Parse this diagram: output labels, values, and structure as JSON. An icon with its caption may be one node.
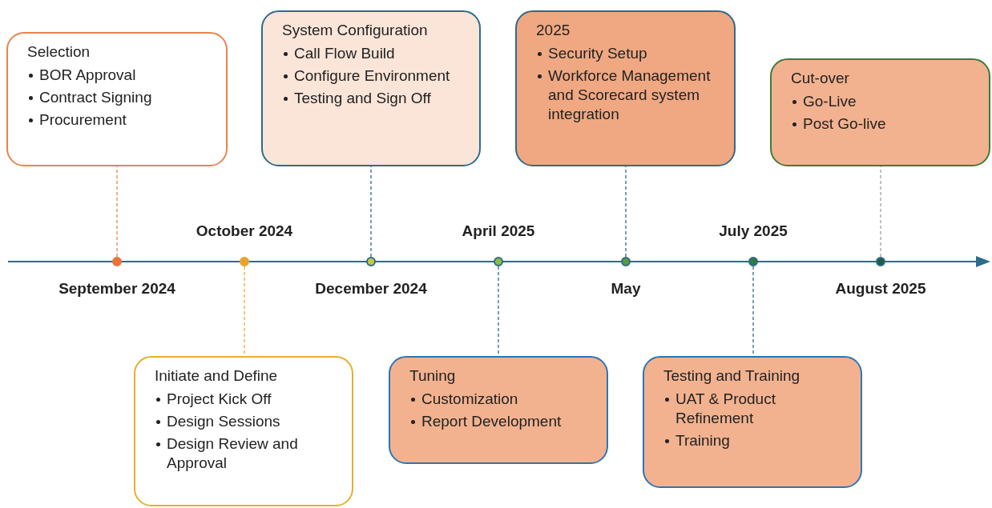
{
  "diagram": {
    "nodes": [
      {
        "text": [
          "Selection",
          "BOR Approval",
          "Contract Signing",
          "Procurement"
        ]
      },
      {
        "text": [
          "System Configuration",
          "Call Flow Build",
          "Configure Environment",
          "Testing and Sign Off"
        ]
      },
      {
        "text": [
          "2025",
          "Security Setup",
          "Workforce Management and Scorecard system integration"
        ]
      },
      {
        "text": [
          "Cut-over",
          "Go-Live",
          "Post Go-live"
        ]
      },
      {
        "text": [
          "Initiate and Define",
          "Project Kick Off",
          "Design Sessions",
          "Design Review and Approval"
        ]
      },
      {
        "text": [
          "Tuning",
          "Customization",
          "Report Development"
        ]
      },
      {
        "text": [
          "Testing and Training",
          "UAT & Product Refinement",
          "Training"
        ]
      },
      {
        "text": [],
        "shape": "circle",
        "beside": [
          "September 2024"
        ]
      },
      {
        "text": [],
        "shape": "circle",
        "beside": [
          "October 2024"
        ]
      },
      {
        "text": [],
        "shape": "circle",
        "beside": [
          "December 2024"
        ]
      },
      {
        "text": [],
        "shape": "circle",
        "beside": [
          "April 2025"
        ]
      },
      {
        "text": [],
        "shape": "circle",
        "beside": [
          "May"
        ]
      },
      {
        "text": [],
        "shape": "circle",
        "beside": [
          "July 2025"
        ]
      },
      {
        "text": [],
        "shape": "circle",
        "beside": [
          "August 2025"
        ]
      }
    ],
    "edges": [
      {
        "from": 7,
        "to": 0,
        "arrow": "none",
        "style": "dashed",
        "color": "#e8834f"
      },
      {
        "from": 8,
        "to": 4,
        "arrow": "none",
        "style": "dashed",
        "color": "#e8ae2e"
      },
      {
        "from": 9,
        "to": 1,
        "arrow": "none",
        "style": "dashed"
      },
      {
        "from": 10,
        "to": 5,
        "arrow": "none",
        "style": "dashed"
      },
      {
        "from": 11,
        "to": 2,
        "arrow": "none",
        "style": "dashed"
      },
      {
        "from": 12,
        "to": 6,
        "arrow": "none",
        "style": "dashed"
      },
      {
        "from": 13,
        "to": 3,
        "arrow": "none",
        "style": "dashed",
        "color": "#a0a0a0"
      }
    ]
  }
}
